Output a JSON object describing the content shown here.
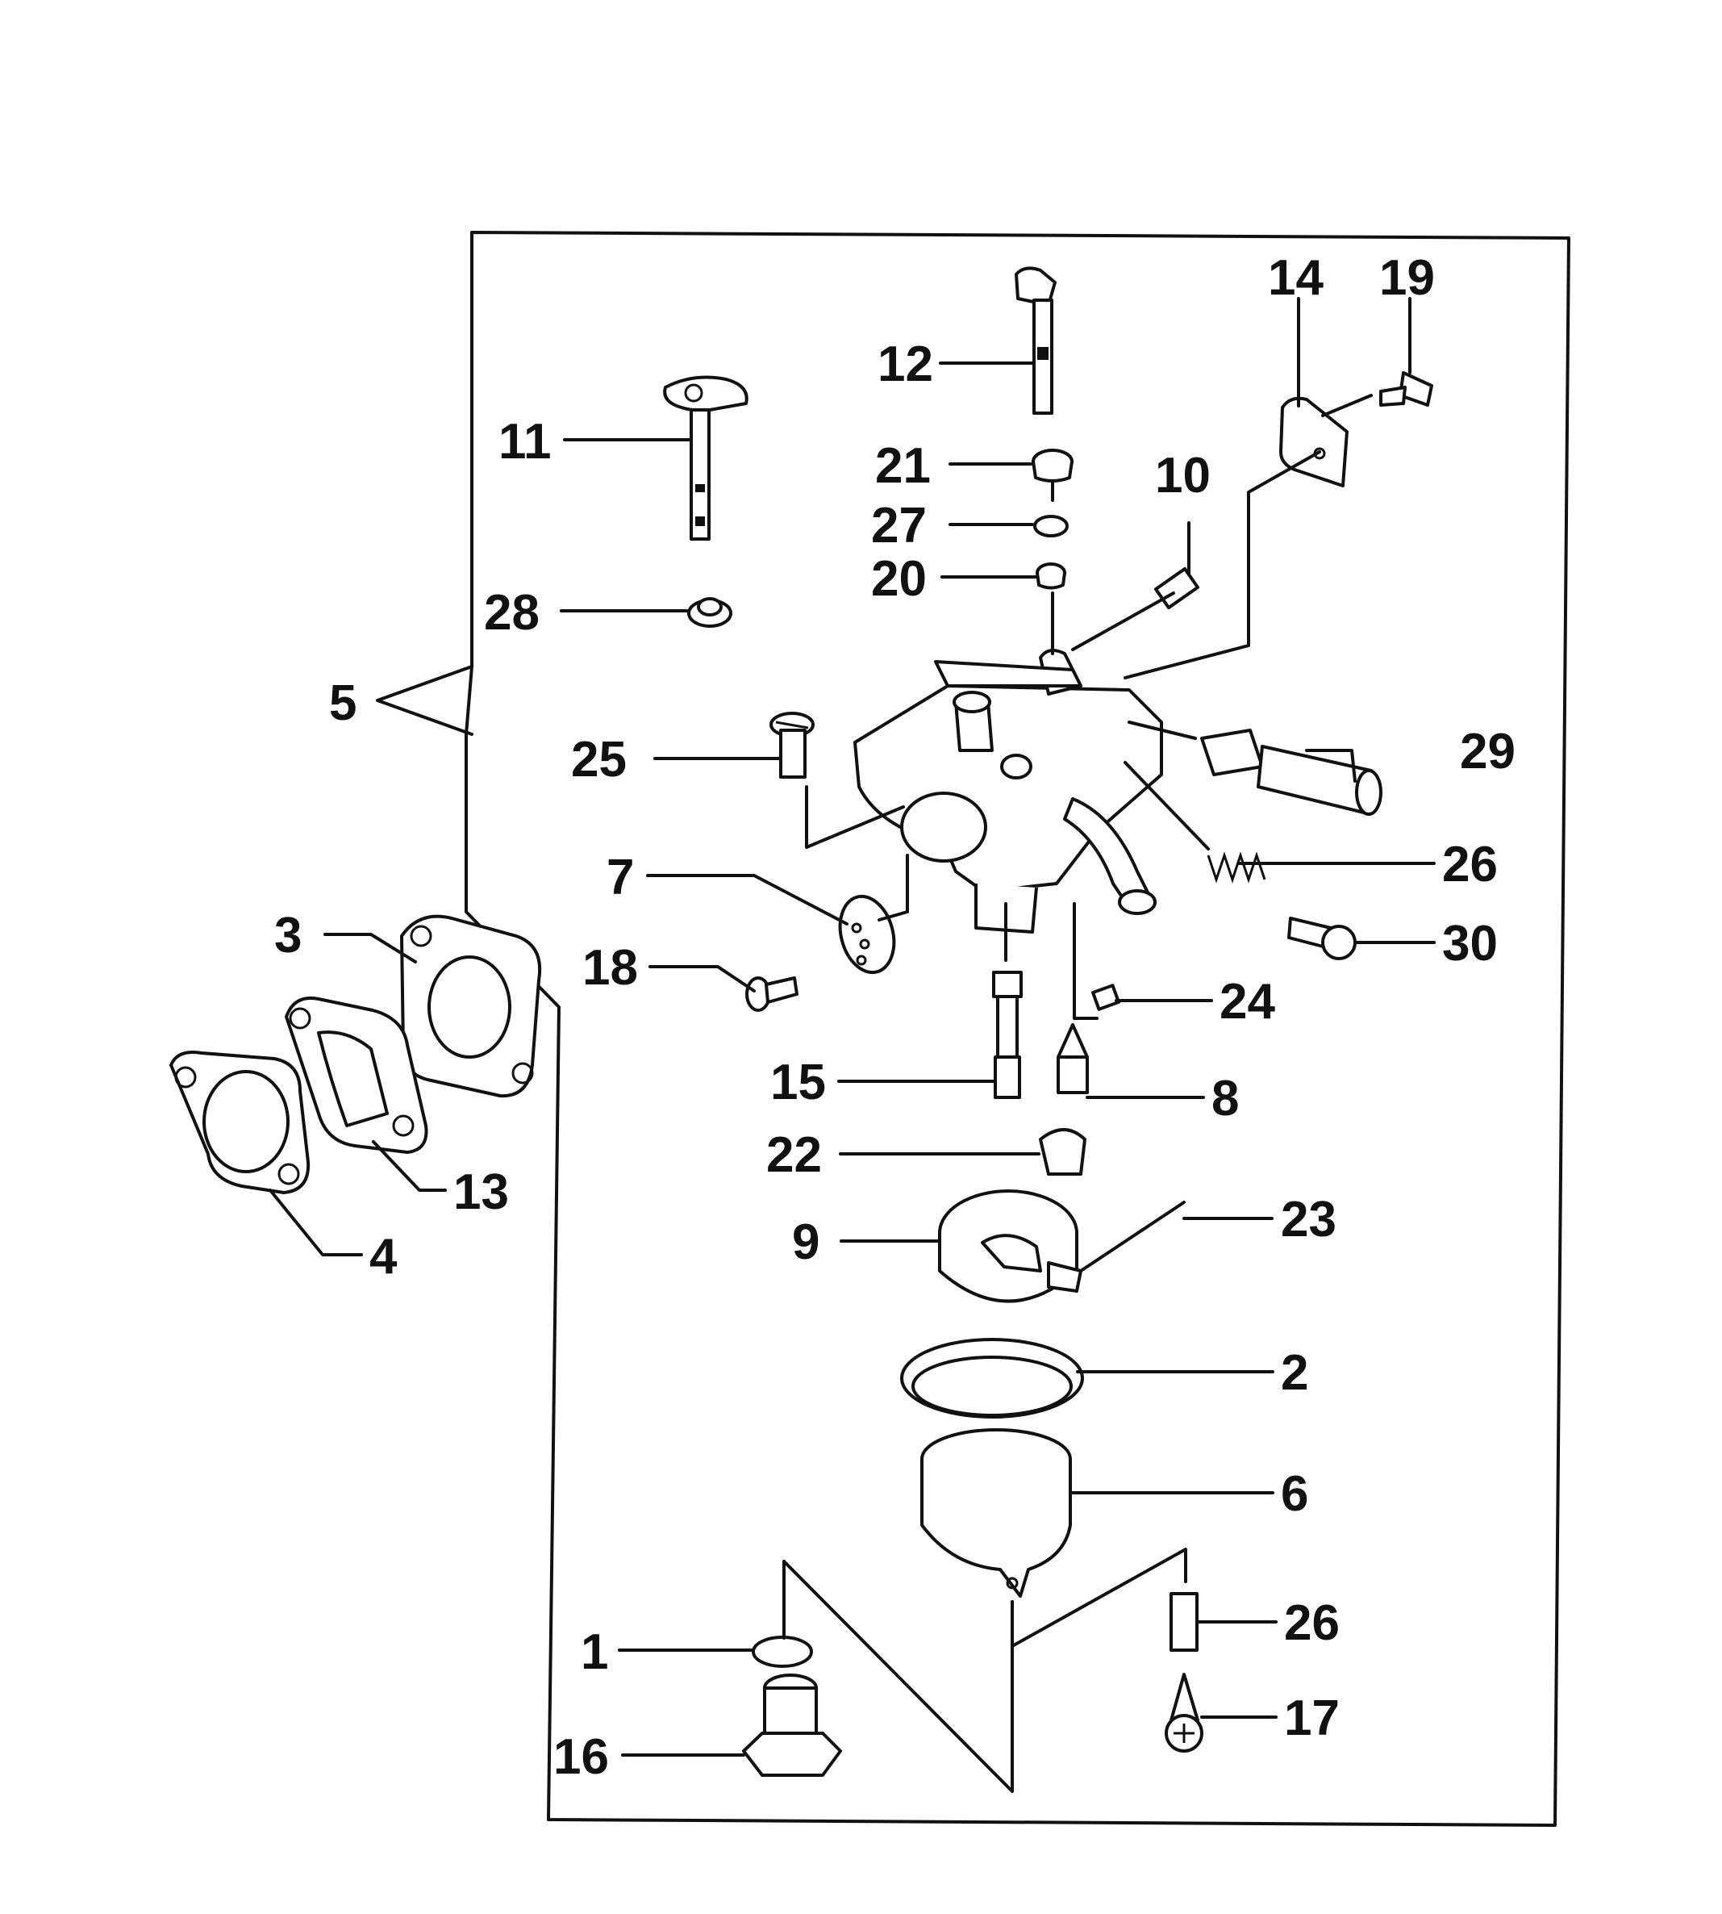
{
  "diagram": {
    "type": "exploded-parts-diagram",
    "colors": {
      "ink": "#111111",
      "paper": "#ffffff"
    },
    "callouts": [
      {
        "id": "c1",
        "text": "1"
      },
      {
        "id": "c2",
        "text": "2"
      },
      {
        "id": "c3",
        "text": "3"
      },
      {
        "id": "c4",
        "text": "4"
      },
      {
        "id": "c5",
        "text": "5"
      },
      {
        "id": "c6",
        "text": "6"
      },
      {
        "id": "c7",
        "text": "7"
      },
      {
        "id": "c8",
        "text": "8"
      },
      {
        "id": "c9",
        "text": "9"
      },
      {
        "id": "c10",
        "text": "10"
      },
      {
        "id": "c11",
        "text": "11"
      },
      {
        "id": "c12",
        "text": "12"
      },
      {
        "id": "c13",
        "text": "13"
      },
      {
        "id": "c14",
        "text": "14"
      },
      {
        "id": "c15",
        "text": "15"
      },
      {
        "id": "c16",
        "text": "16"
      },
      {
        "id": "c17",
        "text": "17"
      },
      {
        "id": "c18",
        "text": "18"
      },
      {
        "id": "c19",
        "text": "19"
      },
      {
        "id": "c20",
        "text": "20"
      },
      {
        "id": "c21",
        "text": "21"
      },
      {
        "id": "c22",
        "text": "22"
      },
      {
        "id": "c23",
        "text": "23"
      },
      {
        "id": "c24",
        "text": "24"
      },
      {
        "id": "c25",
        "text": "25"
      },
      {
        "id": "c26a",
        "text": "26"
      },
      {
        "id": "c26b",
        "text": "26"
      },
      {
        "id": "c27",
        "text": "27"
      },
      {
        "id": "c28",
        "text": "28"
      },
      {
        "id": "c29",
        "text": "29"
      },
      {
        "id": "c30",
        "text": "30"
      }
    ]
  }
}
